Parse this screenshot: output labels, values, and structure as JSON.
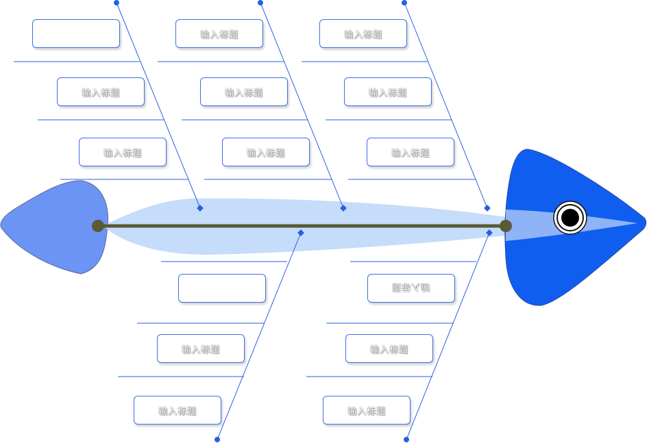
{
  "diagram": {
    "placeholder": "输入标题",
    "boxes_top": [
      {
        "id": "t1",
        "text": ""
      },
      {
        "id": "t2",
        "text": "输入标题"
      },
      {
        "id": "t3",
        "text": "输入标题"
      },
      {
        "id": "t4",
        "text": "输入标题"
      },
      {
        "id": "t5",
        "text": "输入标题"
      },
      {
        "id": "t6",
        "text": "输入标题"
      },
      {
        "id": "t7",
        "text": "输入标题"
      },
      {
        "id": "t8",
        "text": "输入标题"
      },
      {
        "id": "t9",
        "text": "输入标题"
      }
    ],
    "boxes_bottom": [
      {
        "id": "b1",
        "text": ""
      },
      {
        "id": "b2",
        "text": "输入标题"
      },
      {
        "id": "b3",
        "text": "输入标题"
      },
      {
        "id": "b4",
        "text": "输入标题"
      },
      {
        "id": "b5",
        "text": "输入标题"
      },
      {
        "id": "b6",
        "text": "输入标题"
      }
    ],
    "colors": {
      "head": "#0f5ef0",
      "tail": "#6b94f5",
      "body": "#c5dcfa",
      "spine": "#5a5a36",
      "line": "#2a5fe0",
      "box_border": "#3b6fe0"
    }
  }
}
